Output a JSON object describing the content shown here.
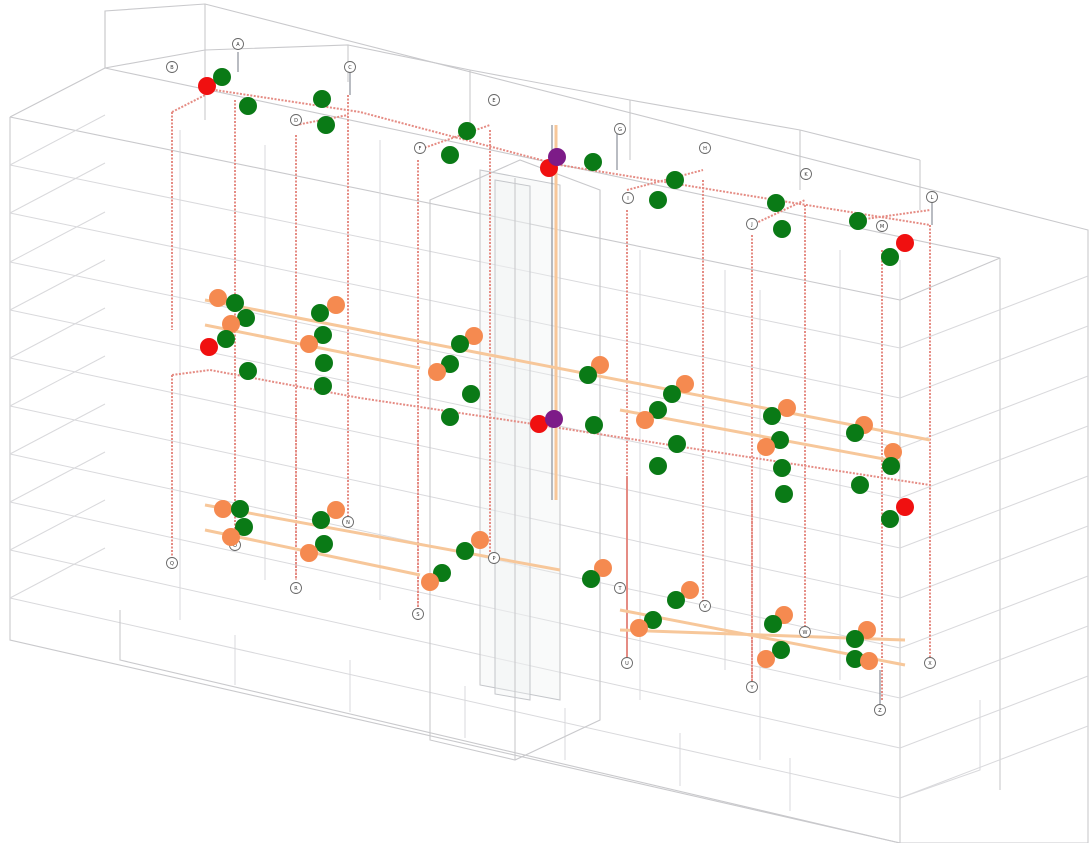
{
  "diagram": {
    "colors": {
      "green": "#0a7a16",
      "orange": "#f58a50",
      "red": "#f01010",
      "purple": "#7d1b88",
      "pipe_red": "#e58c84",
      "pipe_orange": "#f7c79a",
      "frame": "#c9c9cc"
    },
    "riser_tags": [
      "B",
      "A",
      "C",
      "D",
      "E",
      "F",
      "G",
      "H",
      "I",
      "J",
      "K",
      "L",
      "M",
      "N",
      "O",
      "P",
      "Q",
      "R",
      "S",
      "T",
      "U",
      "V",
      "W",
      "X",
      "Y",
      "Z"
    ]
  }
}
